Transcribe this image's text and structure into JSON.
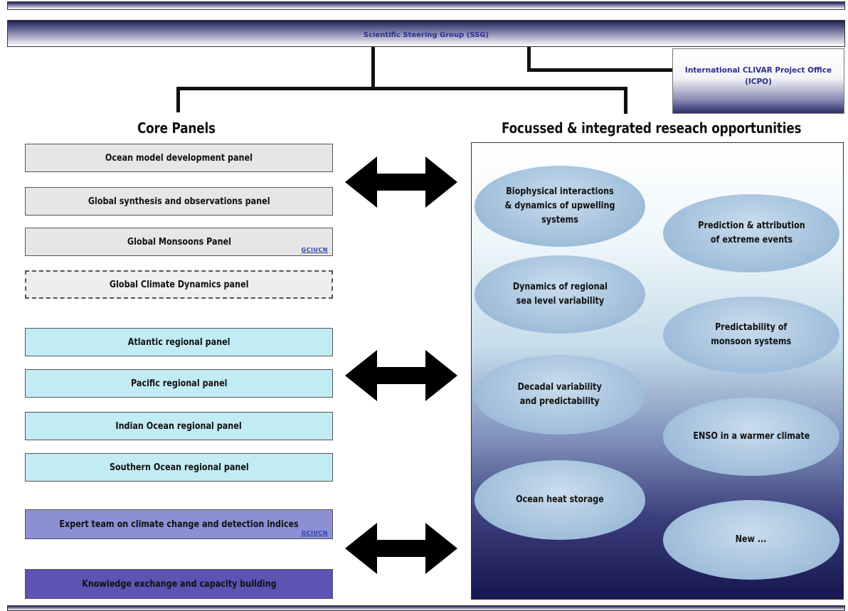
{
  "ssg": {
    "label": "Scientific Steering Group (SSG)"
  },
  "icpo": {
    "label": "International CLIVAR Project Office (ICPO)"
  },
  "core": {
    "heading": "Core Panels",
    "panels": [
      {
        "label": "Ocean model development panel",
        "style": "gray"
      },
      {
        "label": "Global synthesis and observations panel",
        "style": "gray"
      },
      {
        "label": "Global Monsoons Panel",
        "style": "gray",
        "logo": "GCIUCN"
      },
      {
        "label": "Global Climate Dynamics panel",
        "style": "dashed"
      },
      {
        "label": "Atlantic regional panel",
        "style": "cyan"
      },
      {
        "label": "Pacific regional panel",
        "style": "cyan"
      },
      {
        "label": "Indian Ocean regional panel",
        "style": "cyan"
      },
      {
        "label": "Southern Ocean regional panel",
        "style": "cyan"
      },
      {
        "label": "Expert team on climate change and detection indices",
        "style": "blue1",
        "logo": "GCIUCN"
      },
      {
        "label": "Knowledge exchange and capacity building",
        "style": "blue2"
      }
    ]
  },
  "research": {
    "heading": "Focussed & integrated reseach opportunities",
    "items": [
      {
        "label": "Biophysical interactions\n& dynamics of upwelling\nsystems"
      },
      {
        "label": "Prediction & attribution\nof extreme events"
      },
      {
        "label": "Dynamics of regional\nsea level variability"
      },
      {
        "label": "Predictability of\nmonsoon systems"
      },
      {
        "label": "Decadal variability\nand predictability"
      },
      {
        "label": "ENSO in a warmer climate"
      },
      {
        "label": "Ocean heat storage"
      },
      {
        "label": "New ..."
      }
    ]
  },
  "colors": {
    "gray_panel": "#e6e6e6",
    "cyan_panel": "#c2ecf4",
    "blue_panel": "#8d8fd4",
    "dark_blue_panel": "#5c53b3",
    "title_text": "#2b2f8f",
    "ellipse": "#a7c3de"
  }
}
